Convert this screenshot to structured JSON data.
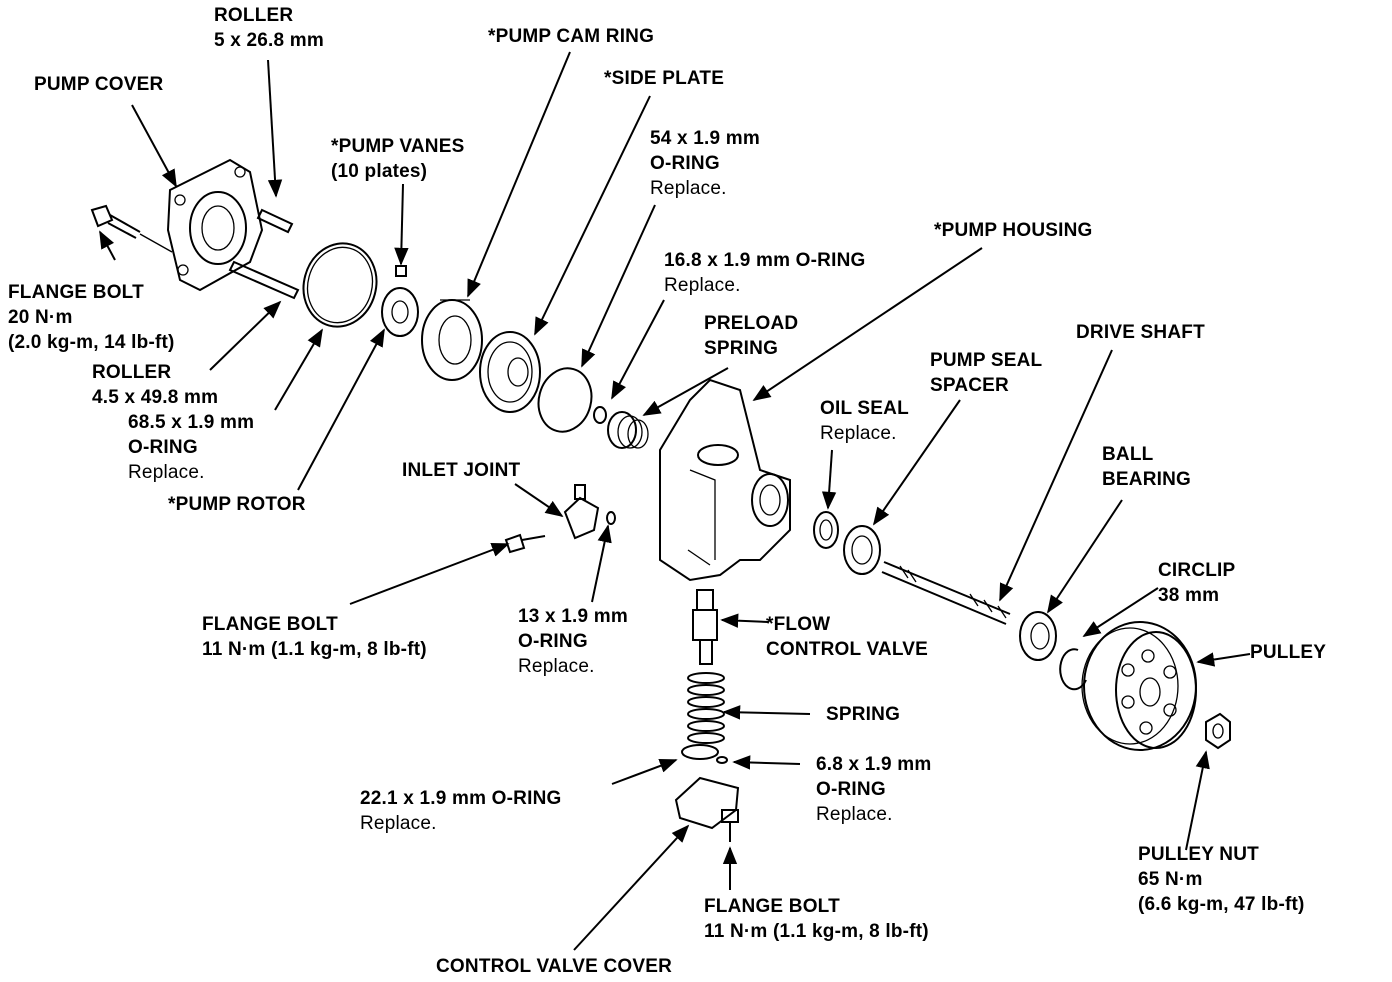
{
  "labels": {
    "roller_top": [
      "ROLLER",
      "5 x 26.8 mm"
    ],
    "pump_cam_ring": [
      "*PUMP CAM RING"
    ],
    "side_plate": [
      "*SIDE PLATE"
    ],
    "pump_cover": [
      "PUMP COVER"
    ],
    "oring_54": [
      "54 x 1.9 mm",
      "O-RING",
      "Replace."
    ],
    "pump_vanes": [
      "*PUMP VANES",
      "(10 plates)"
    ],
    "pump_housing": [
      "*PUMP HOUSING"
    ],
    "oring_168": [
      "16.8 x 1.9 mm O-RING",
      "Replace."
    ],
    "flange_bolt_left": [
      "FLANGE BOLT",
      "20 N·m",
      "(2.0 kg-m, 14 lb-ft)"
    ],
    "preload_spring": [
      "PRELOAD",
      "SPRING"
    ],
    "drive_shaft": [
      "DRIVE SHAFT"
    ],
    "roller_mid": [
      "ROLLER",
      "4.5 x 49.8 mm"
    ],
    "pump_seal_spacer": [
      "PUMP SEAL",
      "SPACER"
    ],
    "oil_seal": [
      "OIL SEAL",
      "Replace."
    ],
    "oring_685": [
      "68.5 x 1.9 mm",
      "O-RING",
      "Replace."
    ],
    "ball_bearing": [
      "BALL",
      "BEARING"
    ],
    "inlet_joint": [
      "INLET JOINT"
    ],
    "pump_rotor": [
      "*PUMP ROTOR"
    ],
    "circlip": [
      "CIRCLIP",
      "38 mm"
    ],
    "flange_bolt_mid": [
      "FLANGE BOLT",
      "11 N·m (1.1 kg-m, 8 lb-ft)"
    ],
    "oring_13": [
      "13 x 1.9 mm",
      "O-RING",
      "Replace."
    ],
    "flow_control_valve": [
      "*FLOW",
      "CONTROL VALVE"
    ],
    "pulley": [
      "PULLEY"
    ],
    "spring": [
      "SPRING"
    ],
    "oring_68": [
      "6.8 x 1.9 mm",
      "O-RING",
      "Replace."
    ],
    "oring_221": [
      "22.1 x 1.9 mm O-RING",
      "Replace."
    ],
    "pulley_nut": [
      "PULLEY NUT",
      "65 N·m",
      "(6.6 kg-m, 47 lb-ft)"
    ],
    "flange_bolt_bottom": [
      "FLANGE BOLT",
      "11 N·m (1.1 kg-m, 8 lb-ft)"
    ],
    "control_valve_cover": [
      "CONTROL VALVE COVER"
    ]
  }
}
